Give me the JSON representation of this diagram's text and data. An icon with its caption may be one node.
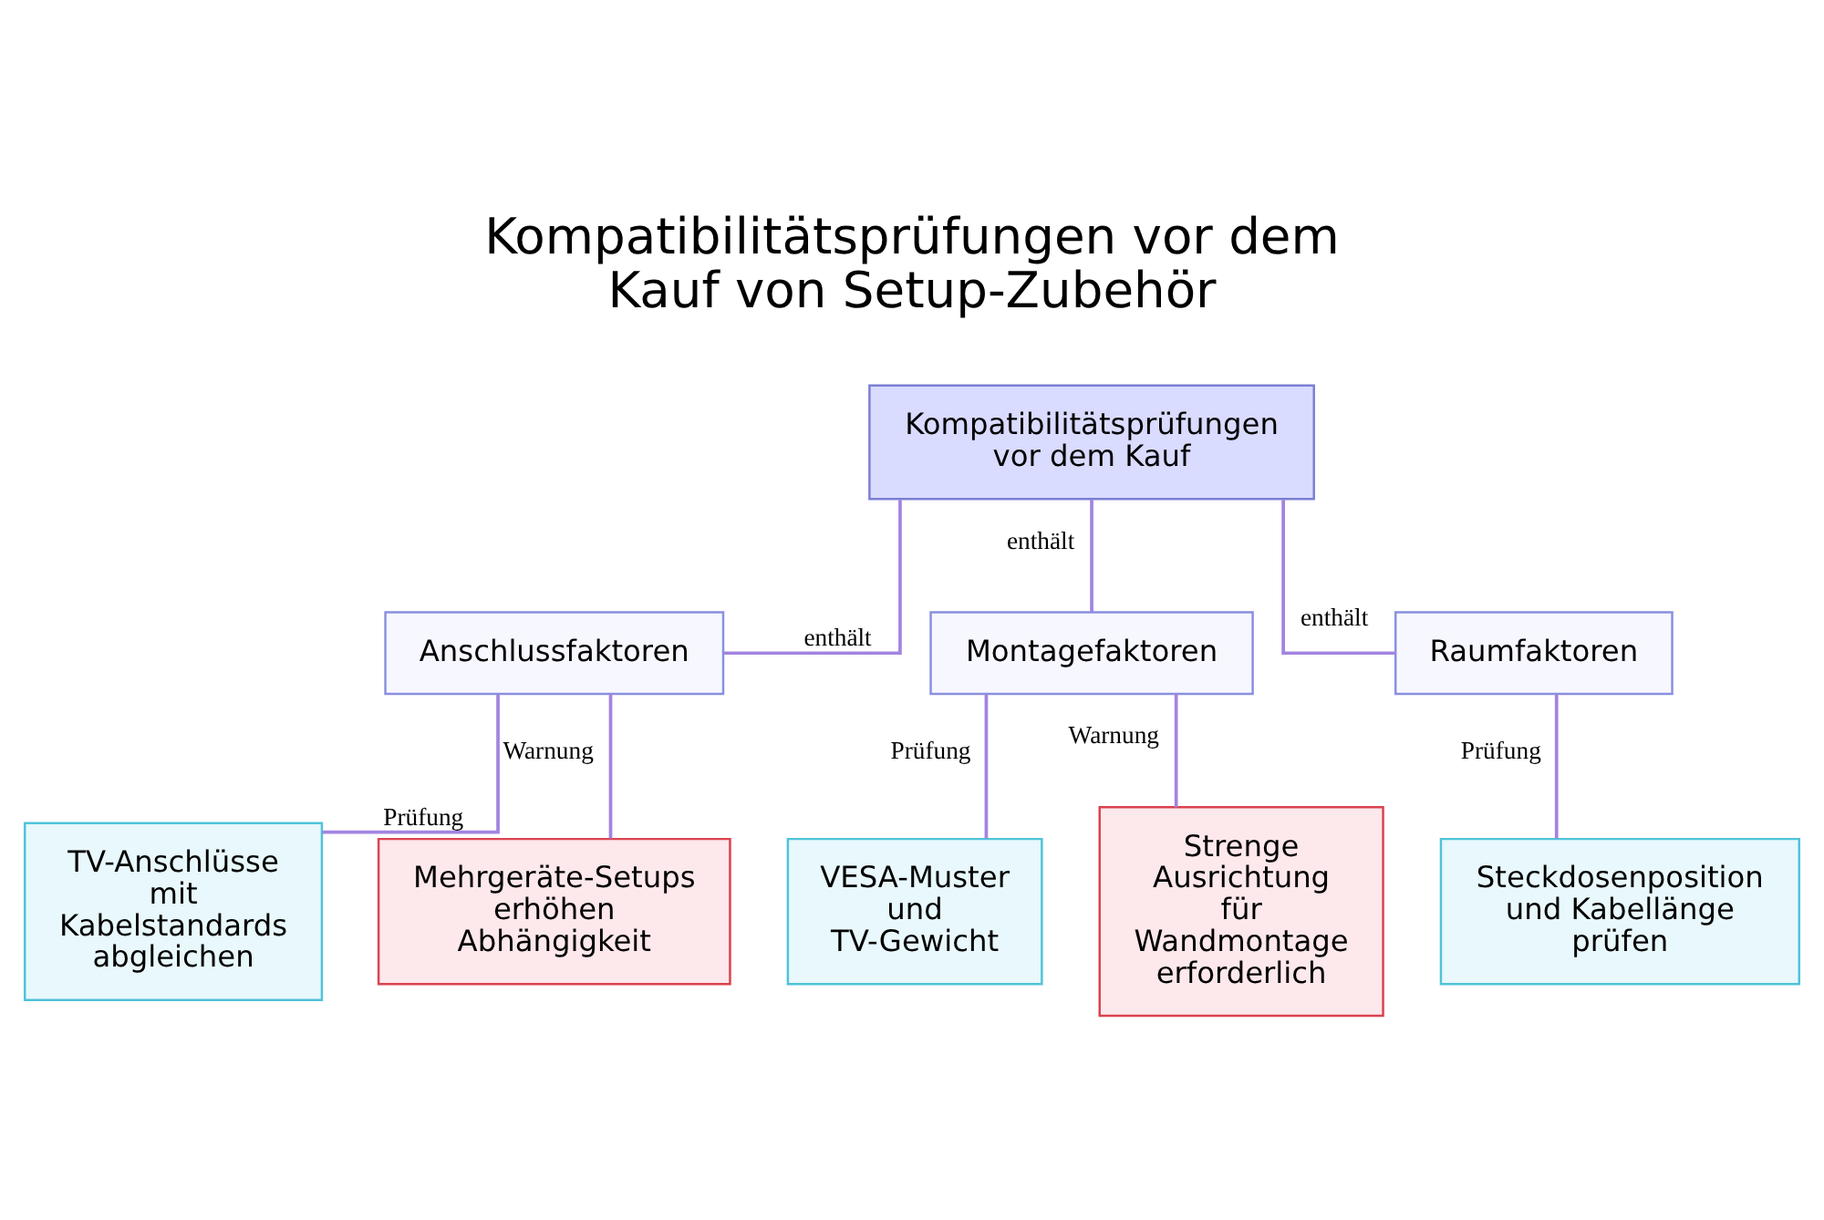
{
  "diagram": {
    "title": "Kompatibilitätsprüfungen vor dem Kauf von Setup-Zubehör",
    "nodes": [
      {
        "text": [
          "Kompatibilitätsprüfungen vor dem Kauf"
        ]
      },
      {
        "text": [
          "Anschlussfaktoren"
        ]
      },
      {
        "text": [
          "Montagefaktoren"
        ]
      },
      {
        "text": [
          "Raumfaktoren"
        ]
      },
      {
        "text": [
          "TV-Anschlüsse mit Kabelstandards abgleichen"
        ]
      },
      {
        "text": [
          "Mehrgeräte-Setups erhöhen Abhängigkeit"
        ]
      },
      {
        "text": [
          "VESA-Muster und TV-Gewicht"
        ]
      },
      {
        "text": [
          "Strenge Ausrichtung für Wandmontage erforderlich"
        ]
      },
      {
        "text": [
          "Steckdosenposition und Kabellänge prüfen"
        ]
      }
    ],
    "edges": [
      {
        "from": 0,
        "to": 1,
        "arrow": "none",
        "label": "enthält"
      },
      {
        "from": 0,
        "to": 2,
        "arrow": "none",
        "label": "enthält"
      },
      {
        "from": 0,
        "to": 3,
        "arrow": "none",
        "label": "enthält"
      },
      {
        "from": 1,
        "to": 4,
        "arrow": "none",
        "label": "Prüfung"
      },
      {
        "from": 1,
        "to": 5,
        "arrow": "none",
        "label": "Warnung"
      },
      {
        "from": 2,
        "to": 6,
        "arrow": "none",
        "label": "Prüfung"
      },
      {
        "from": 2,
        "to": 7,
        "arrow": "none",
        "label": "Warnung"
      },
      {
        "from": 3,
        "to": 8,
        "arrow": "none",
        "label": "Prüfung"
      }
    ]
  }
}
